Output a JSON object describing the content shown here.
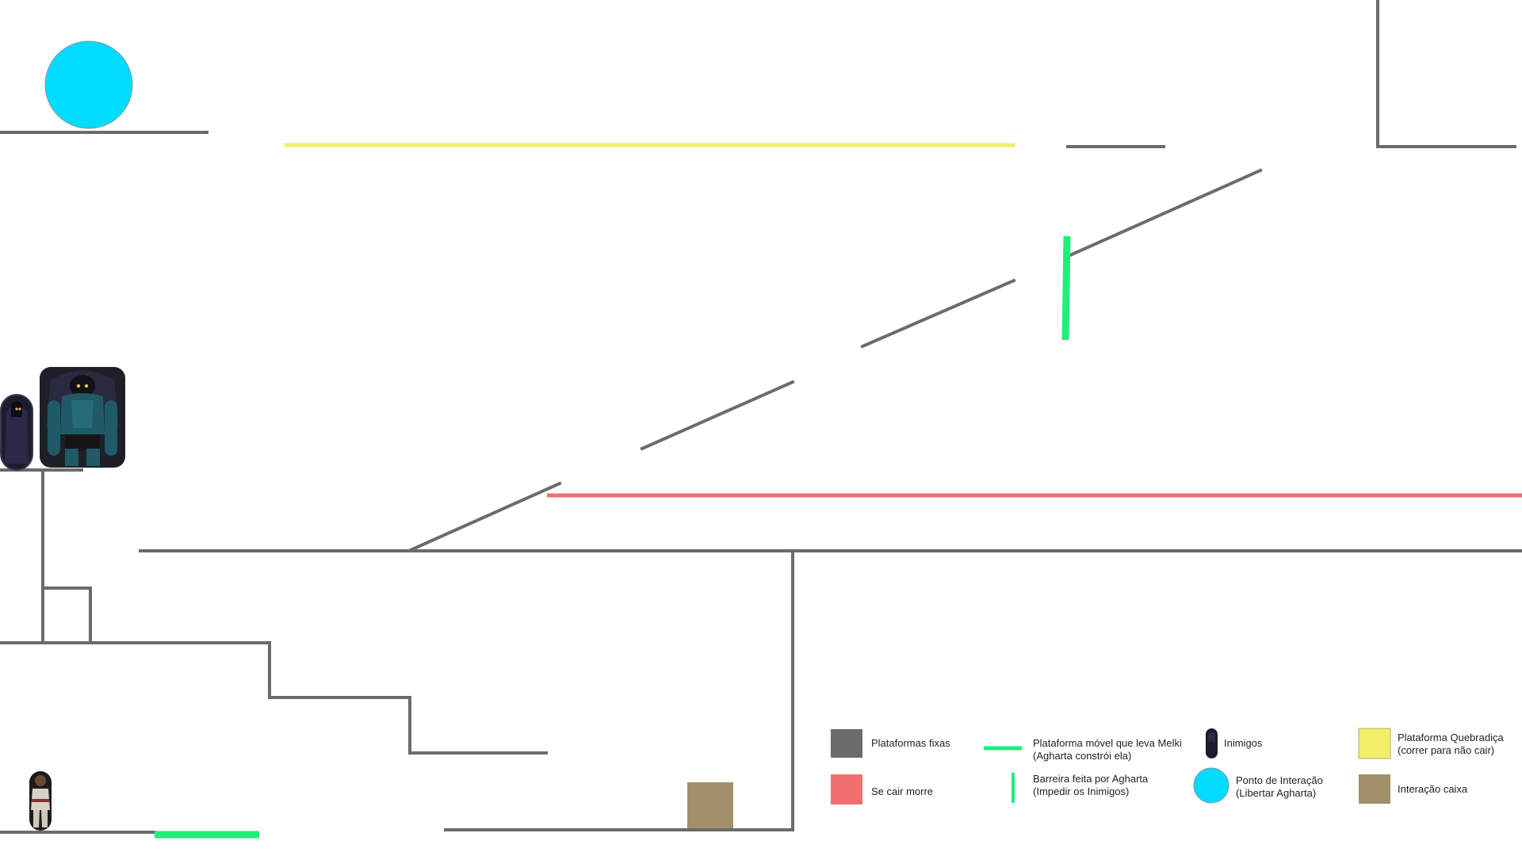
{
  "colors": {
    "fixed_platform": "#6b6b6b",
    "deadly": "#f07070",
    "moving_platform": "#1fef7a",
    "barrier": "#1fef7a",
    "breakable": "#f2ee6a",
    "interaction_point": "#00dcff",
    "box": "#a1906a",
    "enemy": "#1c1c2c",
    "background": "#ffffff"
  },
  "scene": {
    "interaction_point_icon": "cyan-circle",
    "enemy_icons": [
      "hooded-enemy",
      "brute-enemy"
    ],
    "player_icon": "player-character"
  },
  "legend": {
    "fixed": {
      "line1": "Plataformas fixas",
      "icon": "gray-square"
    },
    "moving": {
      "line1": "Plataforma  móvel que leva Melki",
      "line2": "(Agharta constrói ela)",
      "icon": "green-horizontal-bar"
    },
    "enemies": {
      "line1": "Inimigos",
      "icon": "enemy-capsule"
    },
    "breakable": {
      "line1": "Plataforma Quebradiça",
      "line2": "(correr para não cair)",
      "icon": "yellow-square"
    },
    "death": {
      "line1": "Se cair morre",
      "icon": "red-square"
    },
    "barrier": {
      "line1": "Barreira  feita por Agharta",
      "line2": "(Impedir os Inimigos)",
      "icon": "green-vertical-bar"
    },
    "interaction": {
      "line1": "Ponto de Interação",
      "line2": "(Libertar Agharta)",
      "icon": "cyan-circle"
    },
    "box": {
      "line1": "Interação caixa",
      "icon": "brown-square"
    }
  }
}
